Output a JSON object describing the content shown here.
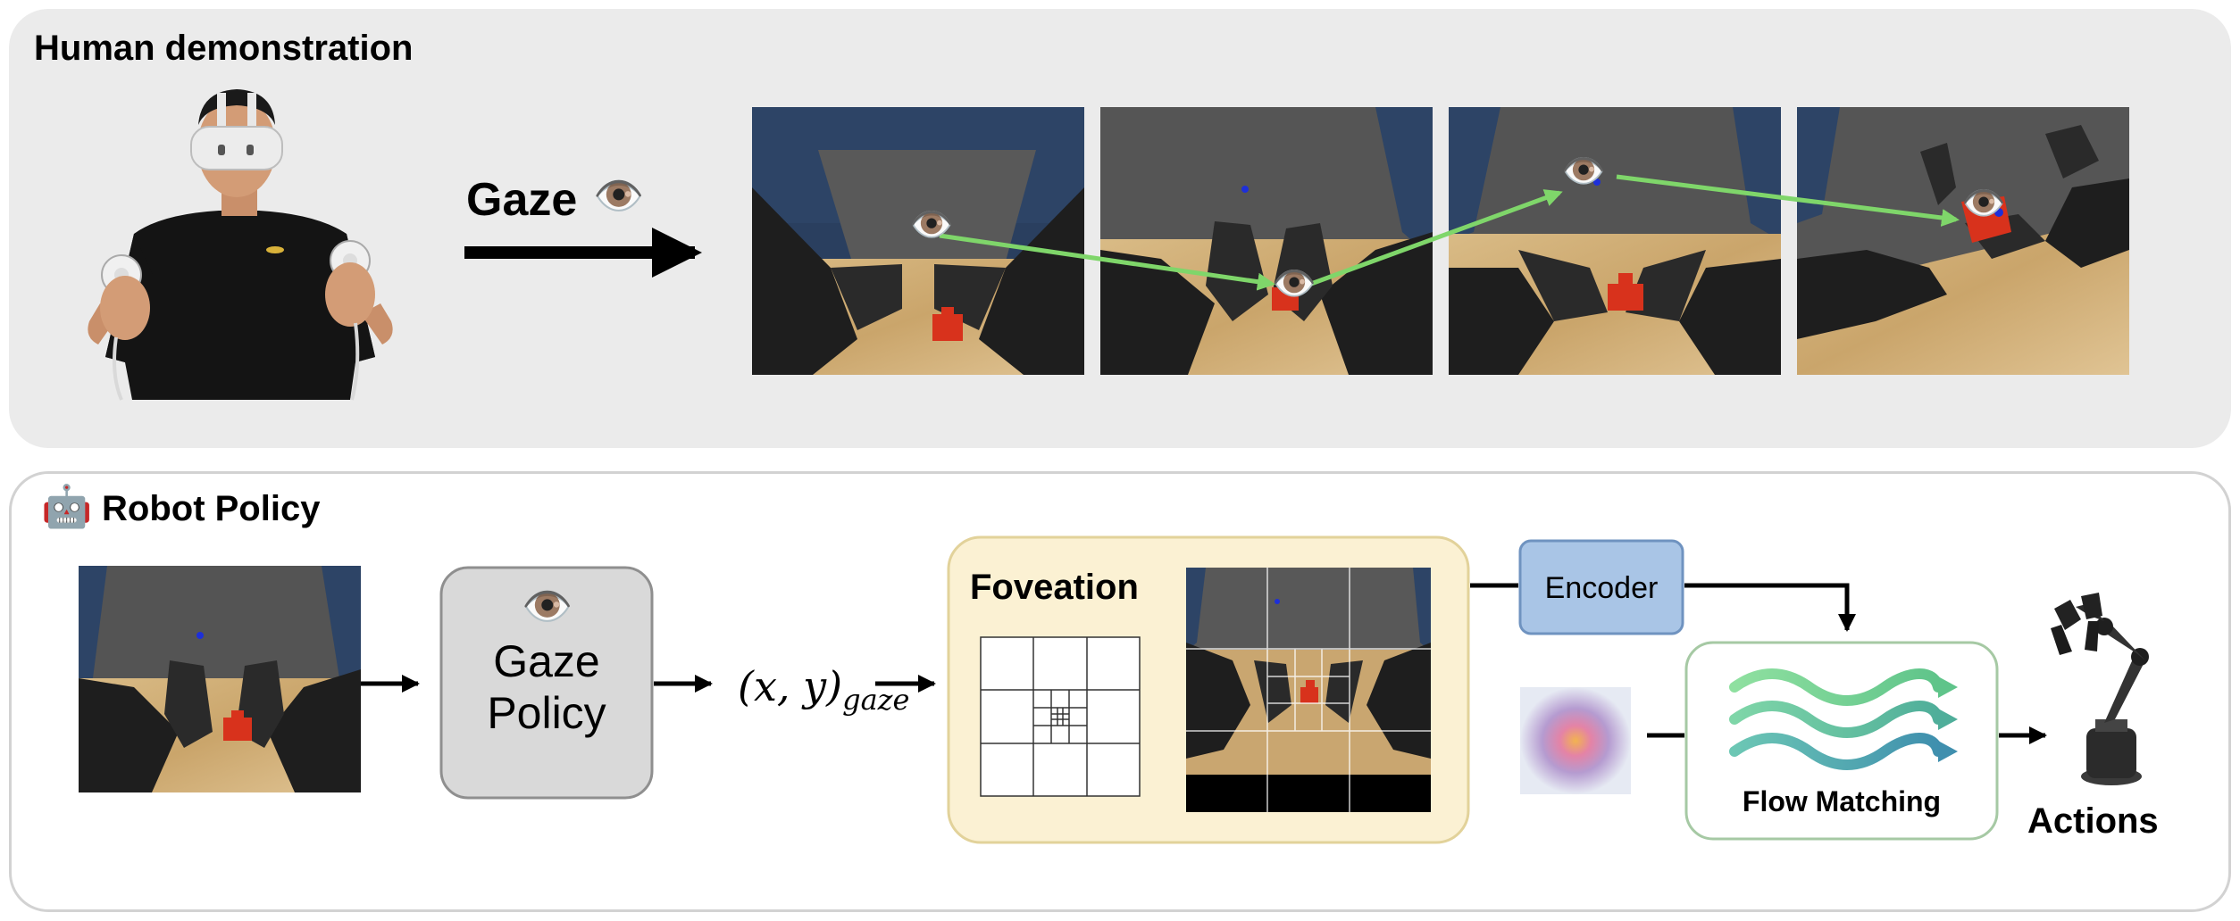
{
  "human_demo": {
    "title": "Human demonstration",
    "gaze_label": "Gaze"
  },
  "robot_policy": {
    "title": "Robot Policy",
    "gaze_policy_line1": "Gaze",
    "gaze_policy_line2": "Policy",
    "gaze_coord_main": "(x, y)",
    "gaze_coord_sub": "gaze",
    "foveation_label": "Foveation",
    "encoder_label": "Encoder",
    "flow_matching_label": "Flow Matching",
    "actions_label": "Actions"
  },
  "colors": {
    "gaze_trail": "#7fd66a",
    "foveation_bg": "#fbf1d3",
    "foveation_border": "#e2d29a",
    "encoder_bg": "#a9c5e6",
    "encoder_border": "#6f93c0",
    "flow_border": "#a6c9a4",
    "gaze_policy_bg": "#d9d9d9",
    "object_red": "#d8321c",
    "table_wood": "#d4b27a",
    "backdrop_blue": "#2f4868"
  },
  "icons": [
    "eye-icon",
    "robot-icon",
    "arrow-right-icon",
    "arrow-down-icon",
    "robot-arm-icon",
    "heatmap-icon",
    "wave-icon"
  ]
}
